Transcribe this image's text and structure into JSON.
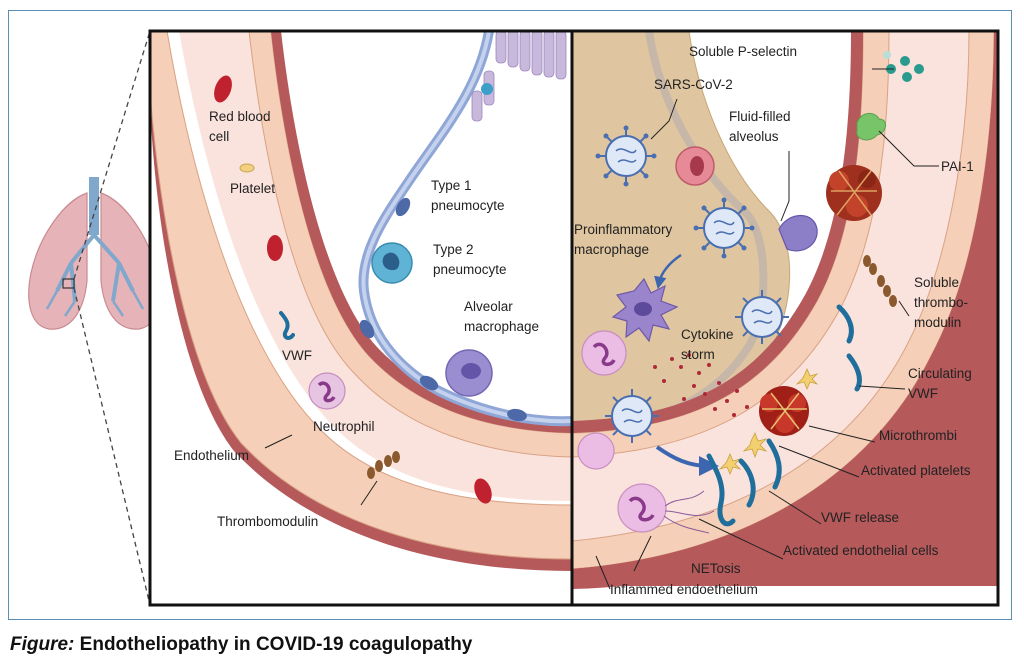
{
  "figure": {
    "caption_prefix": "Figure:",
    "caption_title": "Endotheliopathy in COVID-19 coagulopathy"
  },
  "labels": {
    "red_blood_cell_1": "Red blood",
    "red_blood_cell_2": "cell",
    "platelet": "Platelet",
    "vwf": "VWF",
    "neutrophil": "Neutrophil",
    "endothelium": "Endothelium",
    "thrombomodulin": "Thrombomodulin",
    "type1_1": "Type 1",
    "type1_2": "pneumocyte",
    "type2_1": "Type 2",
    "type2_2": "pneumocyte",
    "alveolar_1": "Alveolar",
    "alveolar_2": "macrophage",
    "sars": "SARS-CoV-2",
    "fluid_1": "Fluid-filled",
    "fluid_2": "alveolus",
    "proinflam_1": "Proinflammatory",
    "proinflam_2": "macrophage",
    "cytokine_1": "Cytokine",
    "cytokine_2": "storm",
    "soluble_p": "Soluble P-selectin",
    "pai": "PAI-1",
    "soluble_tm_1": "Soluble",
    "soluble_tm_2": "thrombo-",
    "soluble_tm_3": "modulin",
    "circ_vwf_1": "Circulating",
    "circ_vwf_2": "VWF",
    "microthrombi": "Microthrombi",
    "activated_platelets": "Activated platelets",
    "vwf_release": "VWF release",
    "activated_endo": "Activated endothelial cells",
    "netosis": "NETosis",
    "inflamed_endo": "Inflammed endoethelium"
  },
  "colors": {
    "frame_border": "#5a8fb5",
    "vessel_wall": "#b55a5a",
    "vessel_lumen": "#fbe3dd",
    "alveolus_fluid": "#e0c6a0",
    "pneumocyte": "#8fa6d6",
    "virus": "#4a6fb0"
  }
}
